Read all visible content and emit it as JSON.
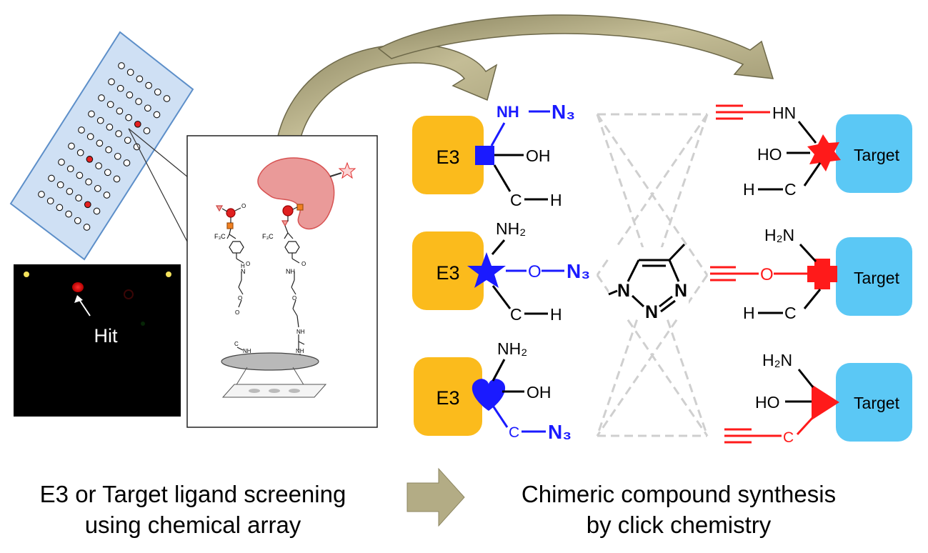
{
  "array_panel": {
    "hit_label": "Hit"
  },
  "zoom_panel": {
    "linker_atoms": {
      "f3c_left": "F₃C",
      "f3c_right": "F₃C",
      "n_left": "N",
      "h_left": "H",
      "o1": "O",
      "o2": "O",
      "o3": "O",
      "o4": "O",
      "o5": "O",
      "o6": "O",
      "c_label": "C",
      "nh_lower_left": "NH",
      "nh_lower_right": "NH",
      "nh_upper_right": "NH"
    }
  },
  "e3_ligands": [
    {
      "box_label": "E3",
      "shape": "square",
      "shape_color": "#1a1aff",
      "top_group": "NH",
      "azide": "N₃",
      "side_group": "OH",
      "bottom_c": "C",
      "bottom_h": "H"
    },
    {
      "box_label": "E3",
      "shape": "star",
      "shape_color": "#1a1aff",
      "top_group": "NH₂",
      "linker": "O",
      "azide": "N₃",
      "bottom_c": "C",
      "bottom_h": "H"
    },
    {
      "box_label": "E3",
      "shape": "heart",
      "shape_color": "#1a1aff",
      "top_group": "NH₂",
      "side_group": "OH",
      "bottom_c": "C",
      "azide": "N₃"
    }
  ],
  "triazole": {
    "n1": "N",
    "n2": "N",
    "n3": "N"
  },
  "target_ligands": [
    {
      "box_label": "Target",
      "shape": "seven-point-star",
      "shape_color": "#ff1a1a",
      "top_group": "HN",
      "side_group": "HO",
      "bottom_h": "H",
      "bottom_c": "C"
    },
    {
      "box_label": "Target",
      "shape": "cross",
      "shape_color": "#ff1a1a",
      "top_group": "H₂N",
      "linker": "O",
      "bottom_h": "H",
      "bottom_c": "C"
    },
    {
      "box_label": "Target",
      "shape": "triangle",
      "shape_color": "#ff1a1a",
      "top_group": "H₂N",
      "side_group": "HO",
      "bottom_c": "C"
    }
  ],
  "captions": {
    "left_line1": "E3 or Target ligand screening",
    "left_line2": "using chemical array",
    "right_line1": "Chimeric compound synthesis",
    "right_line2": "by click chemistry"
  },
  "colors": {
    "e3_box": "#fbbb1c",
    "target_box": "#5bc8f5",
    "azide_blue": "#1a1aff",
    "alkyne_red": "#ff1a1a",
    "arrow_fill": "#b3ac85",
    "slide_fill": "#cfe0f4",
    "protein_fill": "#e8908f",
    "dashed_grey": "#cfcfcf"
  }
}
